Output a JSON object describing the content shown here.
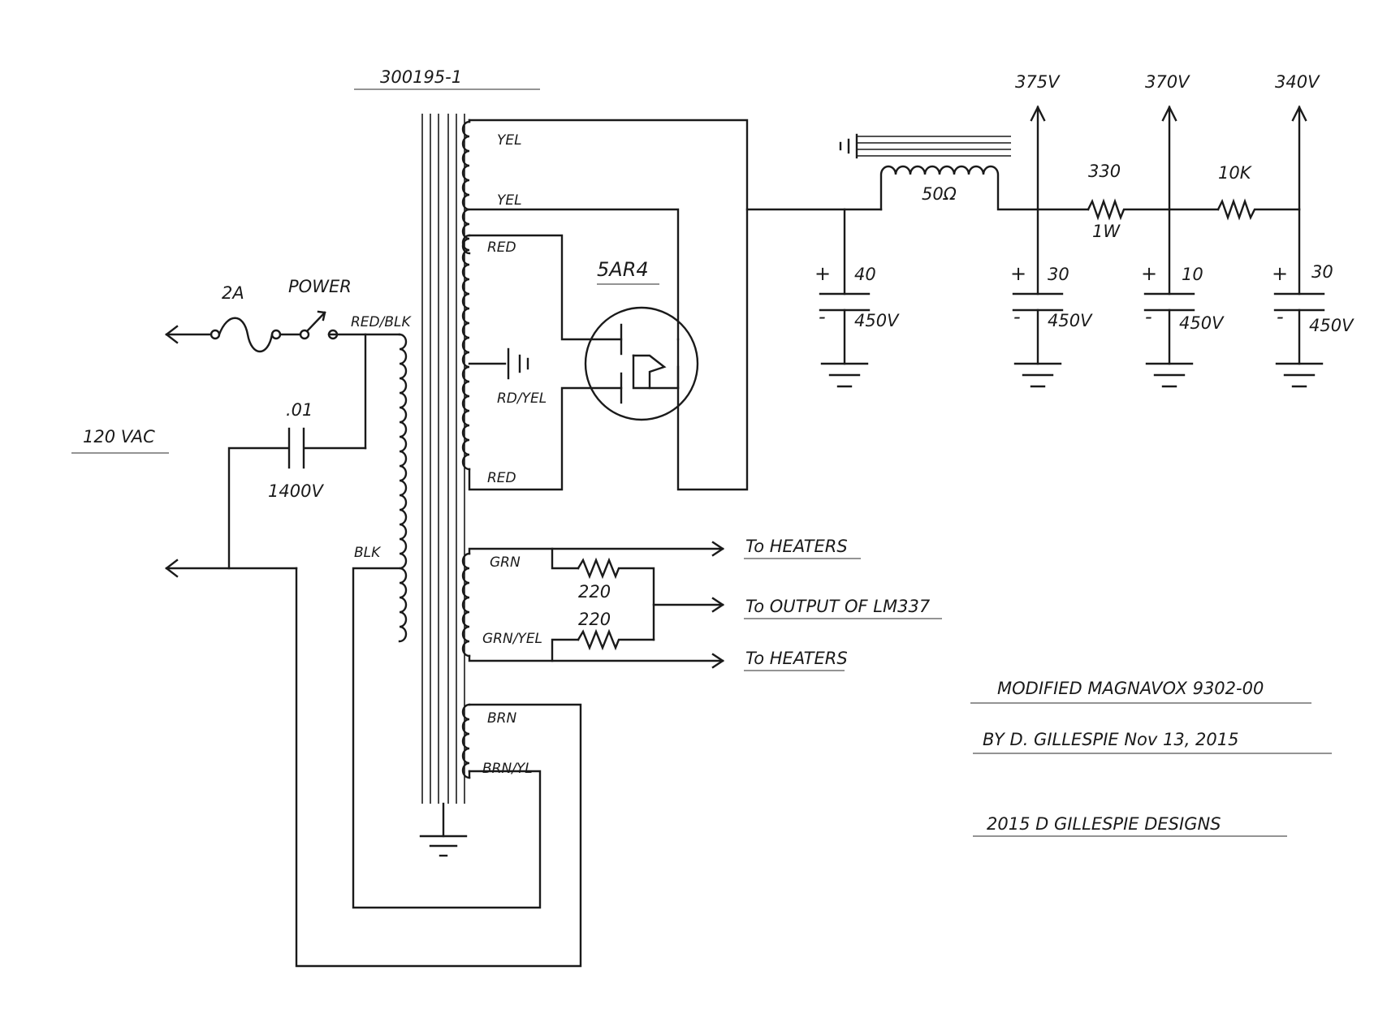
{
  "part_number": "300195-1",
  "mains_label": "120 VAC",
  "fuse_label": "2A",
  "switch_label": "POWER",
  "primary_tap_label": "RED/BLK",
  "primary_end_label": "BLK",
  "bypass_cap_value": ".01",
  "bypass_cap_voltage": "1400V",
  "rect_tube_label": "5AR4",
  "windings": {
    "yel1": "YEL",
    "yel2": "YEL",
    "red1": "RED",
    "red_yel": "RD/YEL",
    "red2": "RED",
    "grn": "GRN",
    "grn_yel": "GRN/YEL",
    "brn": "BRN",
    "brn_yel": "BRN/YL"
  },
  "choke_label": "50Ω",
  "resistors": {
    "r1_value": "330",
    "r1_power": "1W",
    "r2_value": "10K",
    "heater_r1": "220",
    "heater_r2": "220"
  },
  "caps": [
    {
      "value": "40",
      "voltage": "450V"
    },
    {
      "value": "30",
      "voltage": "450V"
    },
    {
      "value": "10",
      "voltage": "450V"
    },
    {
      "value": "30",
      "voltage": "450V"
    }
  ],
  "plus_sign": "+",
  "minus_sign": "-",
  "voltages": {
    "v1": "375V",
    "v2": "370V",
    "v3": "340V"
  },
  "outputs": {
    "heaters_top": "To HEATERS",
    "lm337": "To OUTPUT OF LM337",
    "heaters_bottom": "To HEATERS"
  },
  "title_block": {
    "line1": "MODIFIED MAGNAVOX 9302-00",
    "line2": "BY D. GILLESPIE   Nov 13, 2015",
    "line3": "2015 D GILLESPIE DESIGNS"
  }
}
